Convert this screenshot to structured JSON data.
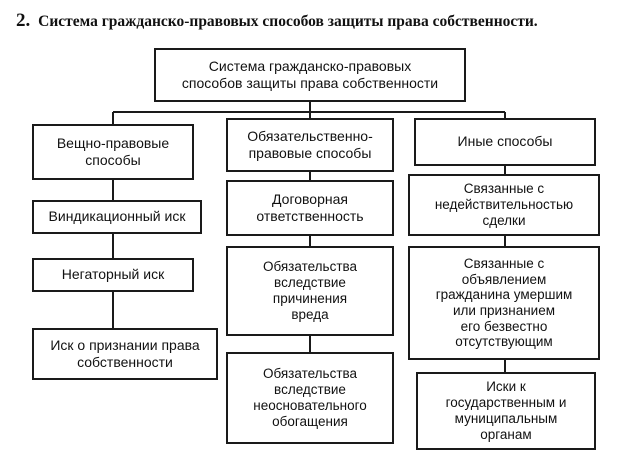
{
  "heading": {
    "number": "2.",
    "text": "Система гражданско-правовых способов защиты права собственности."
  },
  "root": "Система гражданско-правовых\nспособов защиты права собственности",
  "columns": [
    {
      "title": "Вещно-правовые\nспособы",
      "items": [
        "Виндикационный иск",
        "Негаторный иск",
        "Иск о признании права\nсобственности"
      ]
    },
    {
      "title": "Обязательственно-\nправовые способы",
      "items": [
        "Договорная\nответственность",
        "Обязательства\nвследствие\nпричинения\nвреда",
        "Обязательства\nвследствие\nнеосновательного\nобогащения"
      ]
    },
    {
      "title": "Иные способы",
      "items": [
        "Связанные с\nнедействительностью\nсделки",
        "Связанные с\nобъявлением\nгражданина умершим\nили признанием\nего безвестно\nотсутствующим",
        "Иски к\nгосударственным и\nмуниципальным\nорганам"
      ]
    }
  ]
}
